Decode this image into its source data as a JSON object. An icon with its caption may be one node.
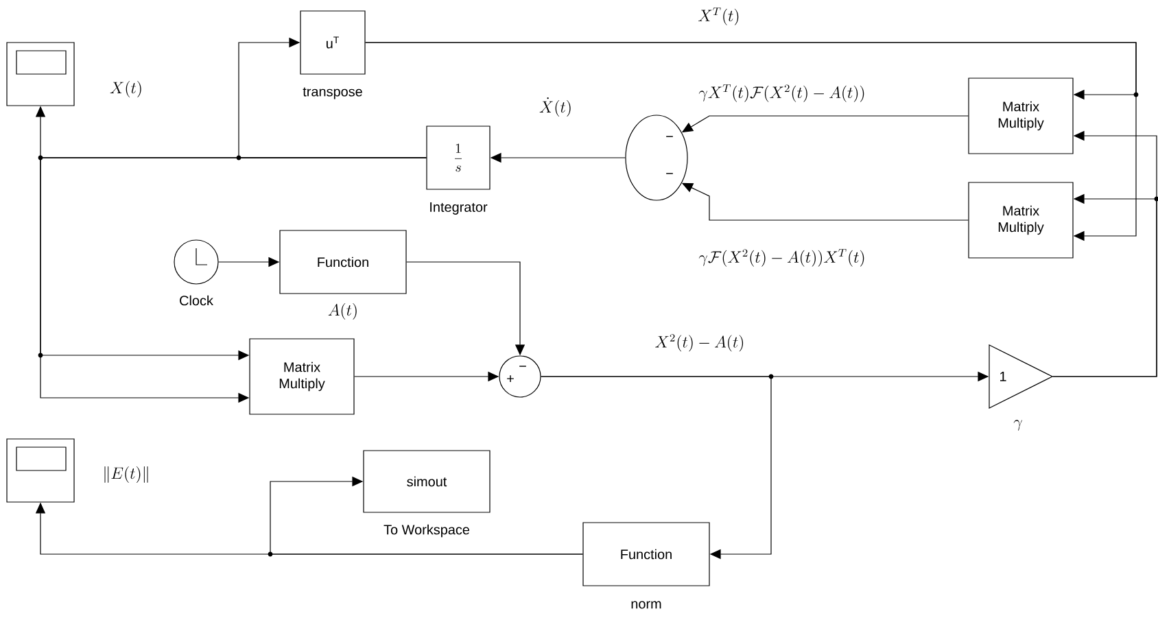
{
  "diagram": {
    "nodes": [
      {
        "text": [],
        "shape": "box",
        "beside": [
          "X(t)"
        ]
      },
      {
        "text": [
          "u$^{T}$"
        ],
        "beside": [
          "transpose"
        ]
      },
      {
        "text": [
          "\\frac{1}{s}"
        ],
        "beside": [
          "Integrator"
        ]
      },
      {
        "text": [
          "−",
          "−"
        ]
      },
      {
        "text": [
          "Matrix Multiply"
        ]
      },
      {
        "text": [
          "Matrix Multiply"
        ]
      },
      {
        "text": [],
        "shape": "circle",
        "beside": [
          "Clock"
        ]
      },
      {
        "text": [
          "Function"
        ],
        "beside": [
          "A(t)"
        ]
      },
      {
        "text": [
          "Matrix Multiply"
        ]
      },
      {
        "text": [
          "+",
          "−"
        ]
      },
      {
        "text": [
          "1"
        ],
        "beside": [
          "\\gamma"
        ]
      },
      {
        "text": [],
        "shape": "box",
        "beside": [
          "\\|E(t)\\|"
        ]
      },
      {
        "text": [
          "simout"
        ],
        "beside": [
          "To Workspace"
        ]
      },
      {
        "text": [
          "Function"
        ],
        "beside": [
          "norm"
        ]
      }
    ],
    "edges": [
      {
        "from": 2,
        "to": 0,
        "arrow": "to"
      },
      {
        "from": 2,
        "to": 1,
        "arrow": "to"
      },
      {
        "from": 2,
        "to": 8,
        "arrow": "to"
      },
      {
        "from": 2,
        "to": 8,
        "arrow": "to"
      },
      {
        "from": 1,
        "to": 4,
        "arrow": "to",
        "label": "X^T(t)"
      },
      {
        "from": 1,
        "to": 5,
        "arrow": "to"
      },
      {
        "from": 10,
        "to": 4,
        "arrow": "to"
      },
      {
        "from": 10,
        "to": 5,
        "arrow": "to"
      },
      {
        "from": 4,
        "to": 3,
        "arrow": "to",
        "label": "\\gamma X^T(t)\\mathcal{F}\\bigl(X^2(t)-A(t)\\bigr)"
      },
      {
        "from": 5,
        "to": 3,
        "arrow": "to",
        "label": "\\gamma\\mathcal{F}\\bigl(X^2(t)-A(t)\\bigr)X^T(t)"
      },
      {
        "from": 3,
        "to": 2,
        "arrow": "to",
        "label": "\\dot{X}(t)"
      },
      {
        "from": 6,
        "to": 7,
        "arrow": "to"
      },
      {
        "from": 7,
        "to": 9,
        "arrow": "to"
      },
      {
        "from": 8,
        "to": 9,
        "arrow": "to"
      },
      {
        "from": 9,
        "to": 10,
        "arrow": "to",
        "label": "X^2(t)-A(t)"
      },
      {
        "from": 9,
        "to": 13,
        "arrow": "to"
      },
      {
        "from": 13,
        "to": 11,
        "arrow": "to"
      },
      {
        "from": 13,
        "to": 12,
        "arrow": "to"
      }
    ]
  }
}
